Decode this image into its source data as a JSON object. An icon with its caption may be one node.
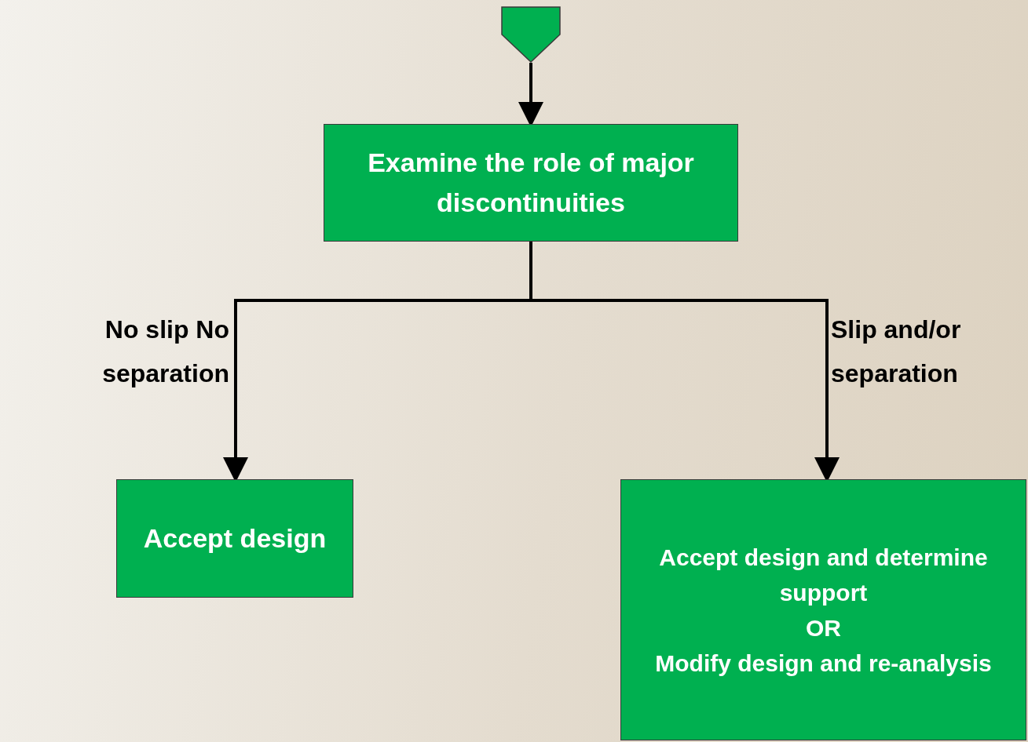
{
  "diagram": {
    "nodes": [
      {
        "text": [],
        "shape": "pentagon"
      },
      {
        "text": [
          "Examine the role of major discontinuities"
        ]
      },
      {
        "text": [
          "Accept design"
        ]
      },
      {
        "text": [
          "Accept design and determine support",
          "OR",
          "Modify design and re-analysis"
        ]
      }
    ],
    "edges": [
      {
        "from": 0,
        "to": 1,
        "arrow": "to"
      },
      {
        "from": 1,
        "to": 2,
        "arrow": "to",
        "label": "No slip No separation"
      },
      {
        "from": 1,
        "to": 3,
        "arrow": "to",
        "label": "Slip and/or separation"
      }
    ]
  }
}
